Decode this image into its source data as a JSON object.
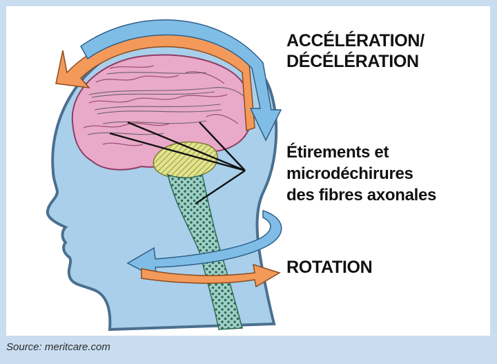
{
  "labels": {
    "acceleration_line1": "ACCÉLÉRATION/",
    "acceleration_line2": "DÉCÉLÉRATION",
    "fibres_line1": "Étirements et",
    "fibres_line2": "microdéchirures",
    "fibres_line3": "des fibres axonales",
    "rotation": "ROTATION"
  },
  "source": "Source: meritcare.com",
  "colors": {
    "frame": "#c9ddf0",
    "head_fill": "#a9cfea",
    "brain_fill": "#e9a9c9",
    "cerebellum_fill": "#e3e38a",
    "arrow_blue": "#7fbde6",
    "arrow_orange": "#f39a5a"
  }
}
